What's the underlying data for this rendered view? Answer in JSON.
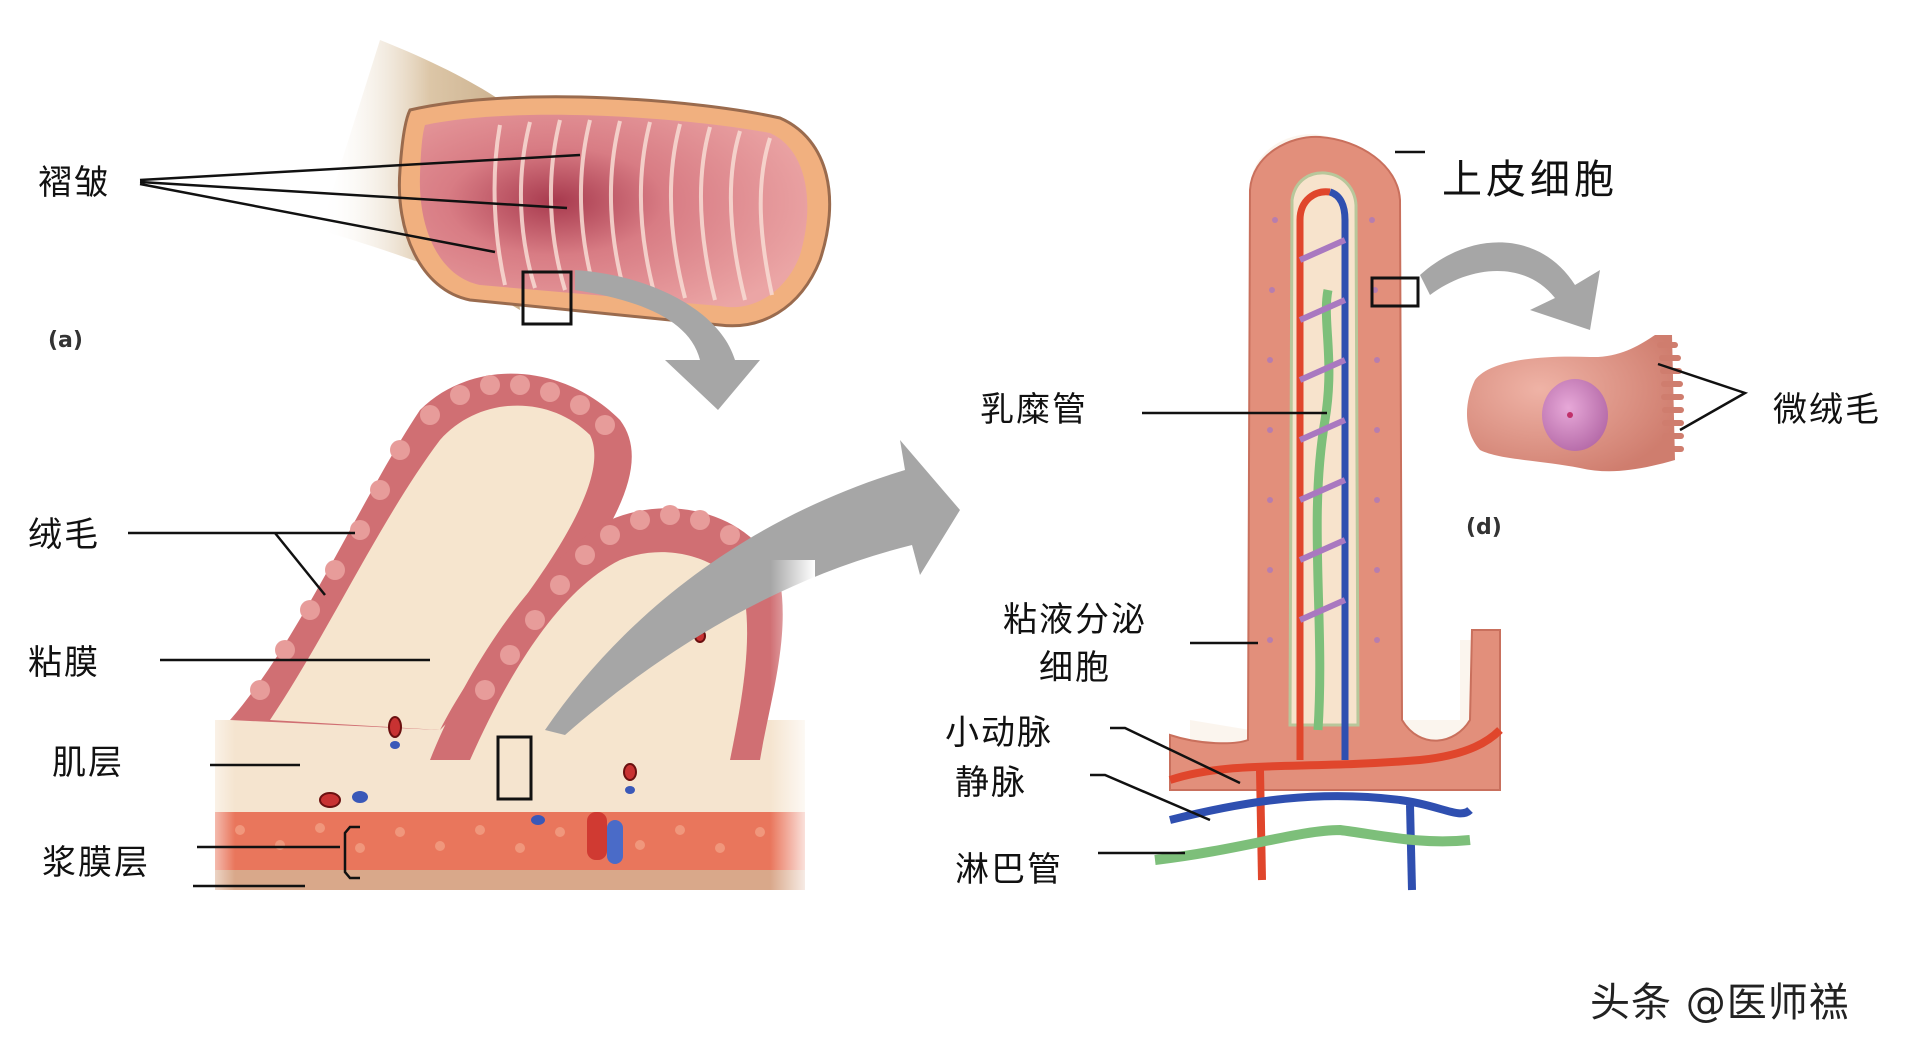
{
  "figure": {
    "panels": {
      "a": "(a)",
      "d": "(d)"
    },
    "labels": {
      "plicae": "褶皱",
      "villi": "绒毛",
      "mucosa": "粘膜",
      "muscularis": "肌层",
      "serosa": "浆膜层",
      "lacteal": "乳糜管",
      "epithelial_cell": "上皮细胞",
      "microvilli": "微绒毛",
      "goblet_cell_line1": "粘液分泌",
      "goblet_cell_line2": "细胞",
      "arteriole": "小动脉",
      "venule": "静脉",
      "lymph_vessel": "淋巴管"
    },
    "watermark": "头条 @医师禚",
    "colors": {
      "tissue_pink": "#d98a8a",
      "villus_dark": "#c76868",
      "lamina_cream": "#f7e6cf",
      "muscle_orange": "#e8765a",
      "artery_red": "#e0462c",
      "vein_blue": "#2f4fb0",
      "lymph_green": "#7dbf7a",
      "capillary_purple": "#a978c0",
      "arrow_gray": "#a6a6a6",
      "outer_tan": "#d9c3a5"
    }
  }
}
